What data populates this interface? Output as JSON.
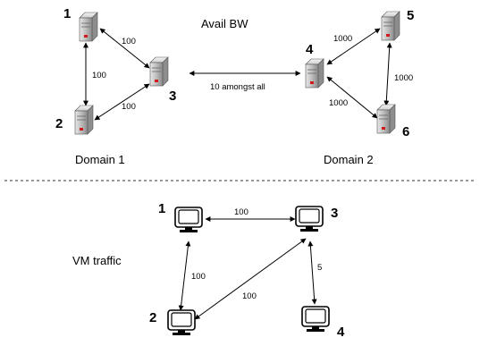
{
  "top": {
    "title": "Avail BW",
    "domain1": {
      "caption": "Domain 1",
      "nodes": [
        "1",
        "2",
        "3"
      ],
      "links": {
        "n1_n2": "100",
        "n1_n3": "100",
        "n2_n3": "100"
      }
    },
    "domain2": {
      "caption": "Domain 2",
      "nodes": [
        "4",
        "5",
        "6"
      ],
      "links": {
        "n4_n5": "1000",
        "n5_n6": "1000",
        "n4_n6": "1000"
      }
    },
    "inter_domain_label": "10 amongst all"
  },
  "bottom": {
    "caption": "VM traffic",
    "nodes": [
      "1",
      "2",
      "3",
      "4"
    ],
    "links": {
      "vm1_vm3": "100",
      "vm1_vm2": "100",
      "vm2_vm3": "100",
      "vm3_vm4": "5"
    }
  }
}
